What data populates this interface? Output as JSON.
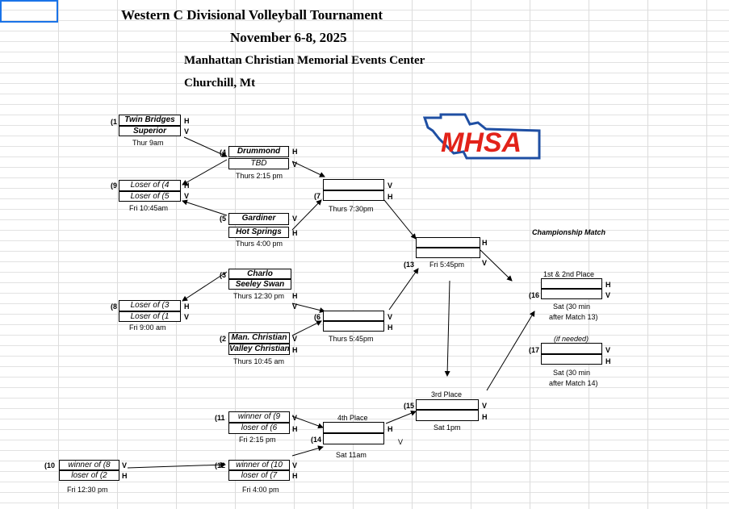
{
  "header": {
    "title": "Western  C Divisional Volleyball Tournament",
    "dates": "November 6-8, 2025",
    "venue": "Manhattan Christian Memorial Events Center",
    "city": "Churchill, Mt"
  },
  "logo": {
    "text": "MHSA",
    "colors": {
      "red": "#e2231a",
      "blue": "#1f4fa3"
    }
  },
  "championship_title": "Championship Match",
  "matches": {
    "m1": {
      "num": "(1",
      "top": "Twin Bridges",
      "bottom": "Superior",
      "top_hv": "H",
      "bottom_hv": "V",
      "time": "Thur 9am"
    },
    "m4": {
      "num": "(4",
      "top": "Drummond",
      "bottom": "TBD",
      "top_hv": "H",
      "bottom_hv": "V",
      "time": "Thurs 2:15 pm"
    },
    "m9": {
      "num": "(9",
      "top": "Loser of (4",
      "bottom": "Loser of (5",
      "top_hv": "H",
      "bottom_hv": "V",
      "time": "Fri 10:45am"
    },
    "m5": {
      "num": "(5",
      "top": "Gardiner",
      "bottom": "Hot Springs",
      "top_hv": "V",
      "bottom_hv": "H",
      "time": "Thurs 4:00 pm"
    },
    "m7": {
      "num": "(7",
      "top": "",
      "bottom": "",
      "top_hv": "V",
      "bottom_hv": "H",
      "time": "Thurs 7:30pm"
    },
    "m13": {
      "num": "(13",
      "top": "",
      "bottom": "",
      "top_hv": "H",
      "bottom_hv": "V",
      "time": "Fri 5:45pm"
    },
    "m3": {
      "num": "(3",
      "top": "Charlo",
      "bottom": "Seeley Swan",
      "top_hv": "H",
      "bottom_hv": "V",
      "time": "Thurs 12:30 pm"
    },
    "m8": {
      "num": "(8",
      "top": "Loser of (3",
      "bottom": "Loser of (1",
      "top_hv": "H",
      "bottom_hv": "V",
      "time": "Fri 9:00 am"
    },
    "m6": {
      "num": "(6",
      "top": "",
      "bottom": "",
      "top_hv": "V",
      "bottom_hv": "H",
      "time": "Thurs 5:45pm"
    },
    "m2": {
      "num": "(2",
      "top": "Man. Christian",
      "bottom": "Valley Christian",
      "top_hv": "V",
      "bottom_hv": "H",
      "time": "Thurs 10:45 am"
    },
    "m16": {
      "num": "(16",
      "label": "1st & 2nd Place",
      "top": "",
      "bottom": "",
      "top_hv": "H",
      "bottom_hv": "V",
      "time": "Sat (30 min",
      "time2": "after Match 13)"
    },
    "m17": {
      "num": "(17",
      "label": "(if needed)",
      "top": "",
      "bottom": "",
      "top_hv": "V",
      "bottom_hv": "H",
      "time": "Sat (30 min",
      "time2": "after Match 14)"
    },
    "m15": {
      "num": "(15",
      "label": "3rd Place",
      "top": "",
      "bottom": "",
      "top_hv": "V",
      "bottom_hv": "H",
      "time": "Sat 1pm"
    },
    "m11": {
      "num": "(11",
      "top": "winner of (9",
      "bottom": "loser of (6",
      "top_hv": "V",
      "bottom_hv": "H",
      "time": "Fri 2:15 pm"
    },
    "m14": {
      "num": "(14",
      "label": "4th Place",
      "top": "",
      "bottom": "",
      "top_hv": "H",
      "bottom_hv": "V",
      "time": "Sat 11am"
    },
    "m10": {
      "num": "(10",
      "top": "winner of (8",
      "bottom": "loser of (2",
      "top_hv": "V",
      "bottom_hv": "H",
      "time": "Fri 12:30 pm"
    },
    "m12": {
      "num": "(12",
      "top": "winner of (10",
      "bottom": "loser of (7",
      "top_hv": "V",
      "bottom_hv": "H",
      "time": "Fri 4:00 pm"
    }
  }
}
